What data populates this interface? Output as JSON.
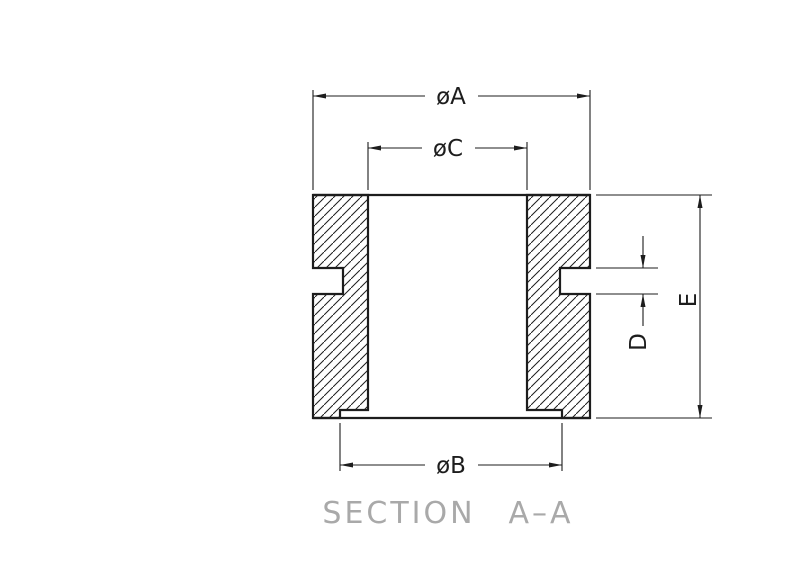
{
  "drawing": {
    "title_left": "SECTION",
    "title_right": "A–A",
    "dim_outer_top": "øA",
    "dim_bore": "øC",
    "dim_outer_bottom": "øB",
    "dim_groove": "D",
    "dim_height": "E"
  },
  "colors": {
    "line_color": "#1d1d1d",
    "title_color": "#a9a9a9",
    "background": "#ffffff"
  }
}
